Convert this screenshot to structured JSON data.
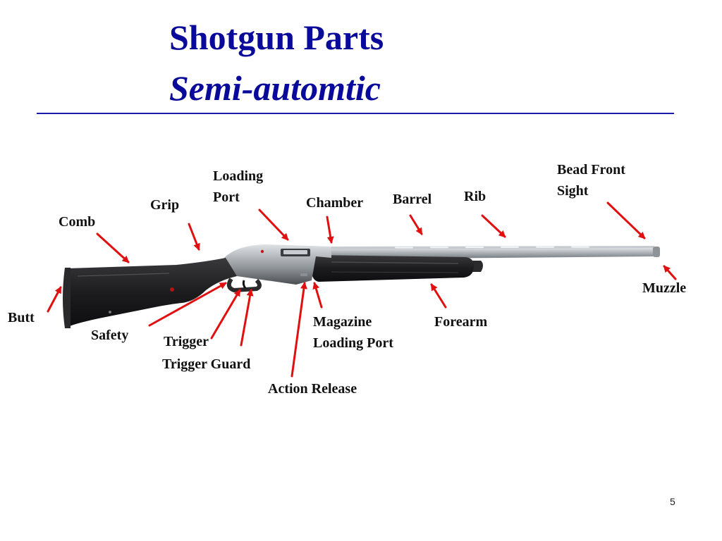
{
  "slide": {
    "title": "Shotgun Parts",
    "subtitle": "Semi-automtic",
    "page_number": "5"
  },
  "labels": {
    "bead_front_sight_1": "Bead Front",
    "bead_front_sight_2": "Sight",
    "loading_port_1": "Loading",
    "loading_port_2": "Port",
    "grip": "Grip",
    "chamber": "Chamber",
    "barrel": "Barrel",
    "rib": "Rib",
    "comb": "Comb",
    "muzzle": "Muzzle",
    "butt": "Butt",
    "safety": "Safety",
    "trigger": "Trigger",
    "trigger_guard": "Trigger Guard",
    "magazine_loading_port_1": "Magazine",
    "magazine_loading_port_2": "Loading Port",
    "forearm": "Forearm",
    "action_release": "Action Release"
  },
  "colors": {
    "title": "#0a0a9a",
    "arrow": "#e01010",
    "stock": "#1c1c1e",
    "barrel": "#9ea3a8"
  }
}
